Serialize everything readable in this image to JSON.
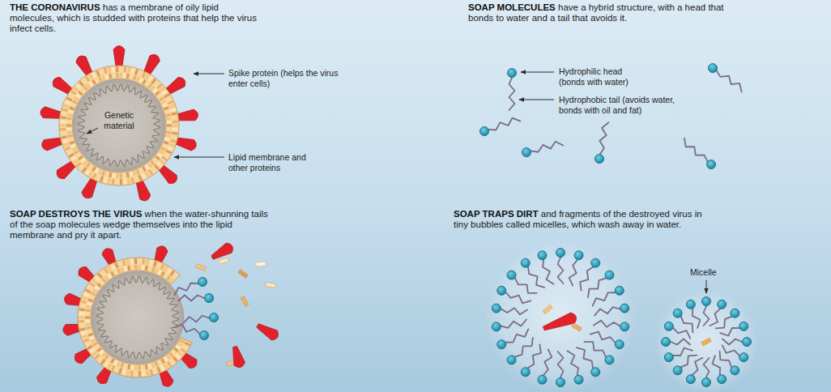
{
  "diagram": {
    "labels": [
      "THE CORONAVIRUS",
      "has a membrane of oily lipid molecules, which is studded with proteins that help the virus infect cells.",
      "Spike protein (helps the virus enter cells)",
      "Genetic material",
      "Lipid membrane and other proteins",
      "SOAP MOLECULES",
      "have a hybrid structure, with a head that bonds to water and a tail that avoids it.",
      "Hydrophilic head (bonds with water)",
      "Hydrophobic tail (avoids water, bonds with oil and fat)",
      "SOAP DESTROYS THE VIRUS",
      "when the water-shunning tails of the soap molecules wedge themselves into the lipid membrane and pry it apart.",
      "SOAP TRAPS DIRT",
      "and fragments of the destroyed virus in tiny bubbles called micelles, which wash away in water.",
      "Micelle"
    ]
  }
}
